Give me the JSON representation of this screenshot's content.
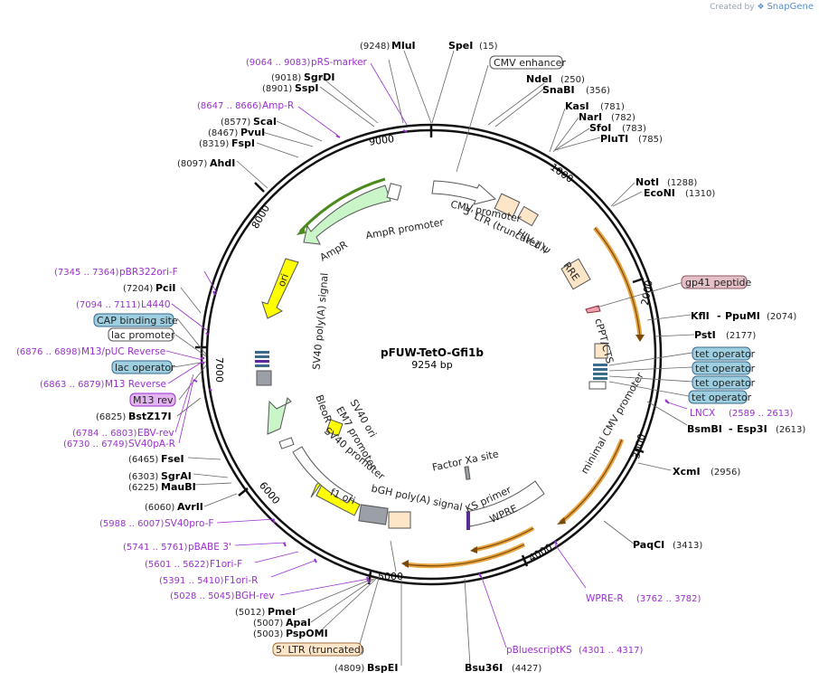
{
  "credit": {
    "prefix": "Created by",
    "brand": "SnapGene"
  },
  "plasmid": {
    "name": "pFUW-TetO-Gfi1b",
    "size": "9254 bp",
    "length": 9254
  },
  "ticks": [
    {
      "bp": 1000,
      "label": "1000"
    },
    {
      "bp": 2000,
      "label": "2000"
    },
    {
      "bp": 3000,
      "label": "3000"
    },
    {
      "bp": 4000,
      "label": "4000"
    },
    {
      "bp": 5000,
      "label": "5000"
    },
    {
      "bp": 6000,
      "label": "6000"
    },
    {
      "bp": 7000,
      "label": "7000"
    },
    {
      "bp": 8000,
      "label": "8000"
    },
    {
      "bp": 9000,
      "label": "9000"
    }
  ],
  "colors": {
    "promoter": "#ffffff",
    "ltr": "#fde5c8",
    "hiv": "#fde5c8",
    "rre": "#fde5c8",
    "wpre": "#ffffff",
    "ori": "#ffff00",
    "ampr": "#c9f5c9",
    "bleor": "#c9f5c9",
    "sv40ori": "#ffff00",
    "tet": "#9ecfe0",
    "cppt": "#f0a0b0",
    "orf_orange": "#e8a440",
    "orf_green": "#4d8a1e",
    "primer": "#9b30d0",
    "misc": "#9aa0a6"
  },
  "enzymes": [
    {
      "pos": "(9248)",
      "name": "MluI"
    },
    {
      "pos": "(15)",
      "name": "SpeI"
    },
    {
      "pos": "(250)",
      "name": "NdeI"
    },
    {
      "pos": "(356)",
      "name": "SnaBI"
    },
    {
      "pos": "(781)",
      "name": "KasI"
    },
    {
      "pos": "(782)",
      "name": "NarI"
    },
    {
      "pos": "(783)",
      "name": "SfoI"
    },
    {
      "pos": "(785)",
      "name": "PluTI"
    },
    {
      "pos": "(1288)",
      "name": "NotI"
    },
    {
      "pos": "(1310)",
      "name": "EcoNI"
    },
    {
      "pos": "(2074)",
      "name": "KflI",
      "name2": "PpuMI"
    },
    {
      "pos": "(2177)",
      "name": "PstI"
    },
    {
      "pos": "(2613)",
      "name": "BsmBI",
      "name2": "Esp3I"
    },
    {
      "pos": "(2956)",
      "name": "XcmI"
    },
    {
      "pos": "(3413)",
      "name": "PaqCI"
    },
    {
      "pos": "(4427)",
      "name": "Bsu36I"
    },
    {
      "pos": "(4809)",
      "name": "BspEI"
    },
    {
      "pos": "(5003)",
      "name": "PspOMI"
    },
    {
      "pos": "(5007)",
      "name": "ApaI"
    },
    {
      "pos": "(5012)",
      "name": "PmeI"
    },
    {
      "pos": "(6060)",
      "name": "AvrII"
    },
    {
      "pos": "(6225)",
      "name": "MauBI"
    },
    {
      "pos": "(6303)",
      "name": "SgrAI"
    },
    {
      "pos": "(6465)",
      "name": "FseI"
    },
    {
      "pos": "(6825)",
      "name": "BstZ17I"
    },
    {
      "pos": "(7204)",
      "name": "PciI"
    },
    {
      "pos": "(8097)",
      "name": "AhdI"
    },
    {
      "pos": "(8319)",
      "name": "FspI"
    },
    {
      "pos": "(8467)",
      "name": "PvuI"
    },
    {
      "pos": "(8577)",
      "name": "ScaI"
    },
    {
      "pos": "(8901)",
      "name": "SspI"
    },
    {
      "pos": "(9018)",
      "name": "SgrDI"
    }
  ],
  "primers": [
    {
      "range": "(9064 .. 9083)",
      "name": "pRS-marker"
    },
    {
      "range": "(8647 .. 8666)",
      "name": "Amp-R"
    },
    {
      "range": "(7345 .. 7364)",
      "name": "pBR322ori-F"
    },
    {
      "range": "(7094 .. 7111)",
      "name": "L4440"
    },
    {
      "range": "(6876 .. 6898)",
      "name": "M13/pUC Reverse"
    },
    {
      "range": "(6863 .. 6879)",
      "name": "M13 Reverse"
    },
    {
      "range": "(6784 .. 6803)",
      "name": "EBV-rev"
    },
    {
      "range": "(6730 .. 6749)",
      "name": "SV40pA-R"
    },
    {
      "range": "(5988 .. 6007)",
      "name": "SV40pro-F"
    },
    {
      "range": "(5741 .. 5761)",
      "name": "pBABE 3'"
    },
    {
      "range": "(5601 .. 5622)",
      "name": "F1ori-F"
    },
    {
      "range": "(5391 .. 5410)",
      "name": "F1ori-R"
    },
    {
      "range": "(5028 .. 5045)",
      "name": "BGH-rev"
    },
    {
      "range": "(2589 .. 2613)",
      "name": "LNCX"
    },
    {
      "range": "(3762 .. 3782)",
      "name": "WPRE-R"
    },
    {
      "range": "(4301 .. 4317)",
      "name": "pBluescriptKS"
    }
  ],
  "boxed_features": [
    {
      "name": "CMV enhancer"
    },
    {
      "name": "gp41 peptide"
    },
    {
      "name": "tet operator"
    },
    {
      "name": "tet operator"
    },
    {
      "name": "tet operator"
    },
    {
      "name": "tet operator"
    },
    {
      "name": "CAP binding site"
    },
    {
      "name": "lac promoter"
    },
    {
      "name": "lac operator"
    },
    {
      "name": "M13 rev"
    },
    {
      "name": "5' LTR (truncated)"
    }
  ],
  "inner_labels": {
    "cmv_promoter": "CMV promoter",
    "ltr": "5' LTR (truncated)",
    "hiv": "HIV-1 Ψ",
    "rre": "RRE",
    "cppt": "cPPT/CTS",
    "min_cmv": "minimal CMV promoter",
    "factor_xa": "Factor Xa site",
    "ks_primer": "KS primer",
    "wpre": "WPRE",
    "bgh": "bGH poly(A) signal",
    "f1": "f1 ori",
    "sv40_prom": "SV40 promoter",
    "em7": "EM7 promoter",
    "bleor": "BleoR",
    "sv40_ori": "SV40 ori",
    "sv40_pa": "SV40 poly(A) signal",
    "ori": "ori",
    "ampr": "AmpR",
    "ampr_prom": "AmpR promoter"
  }
}
